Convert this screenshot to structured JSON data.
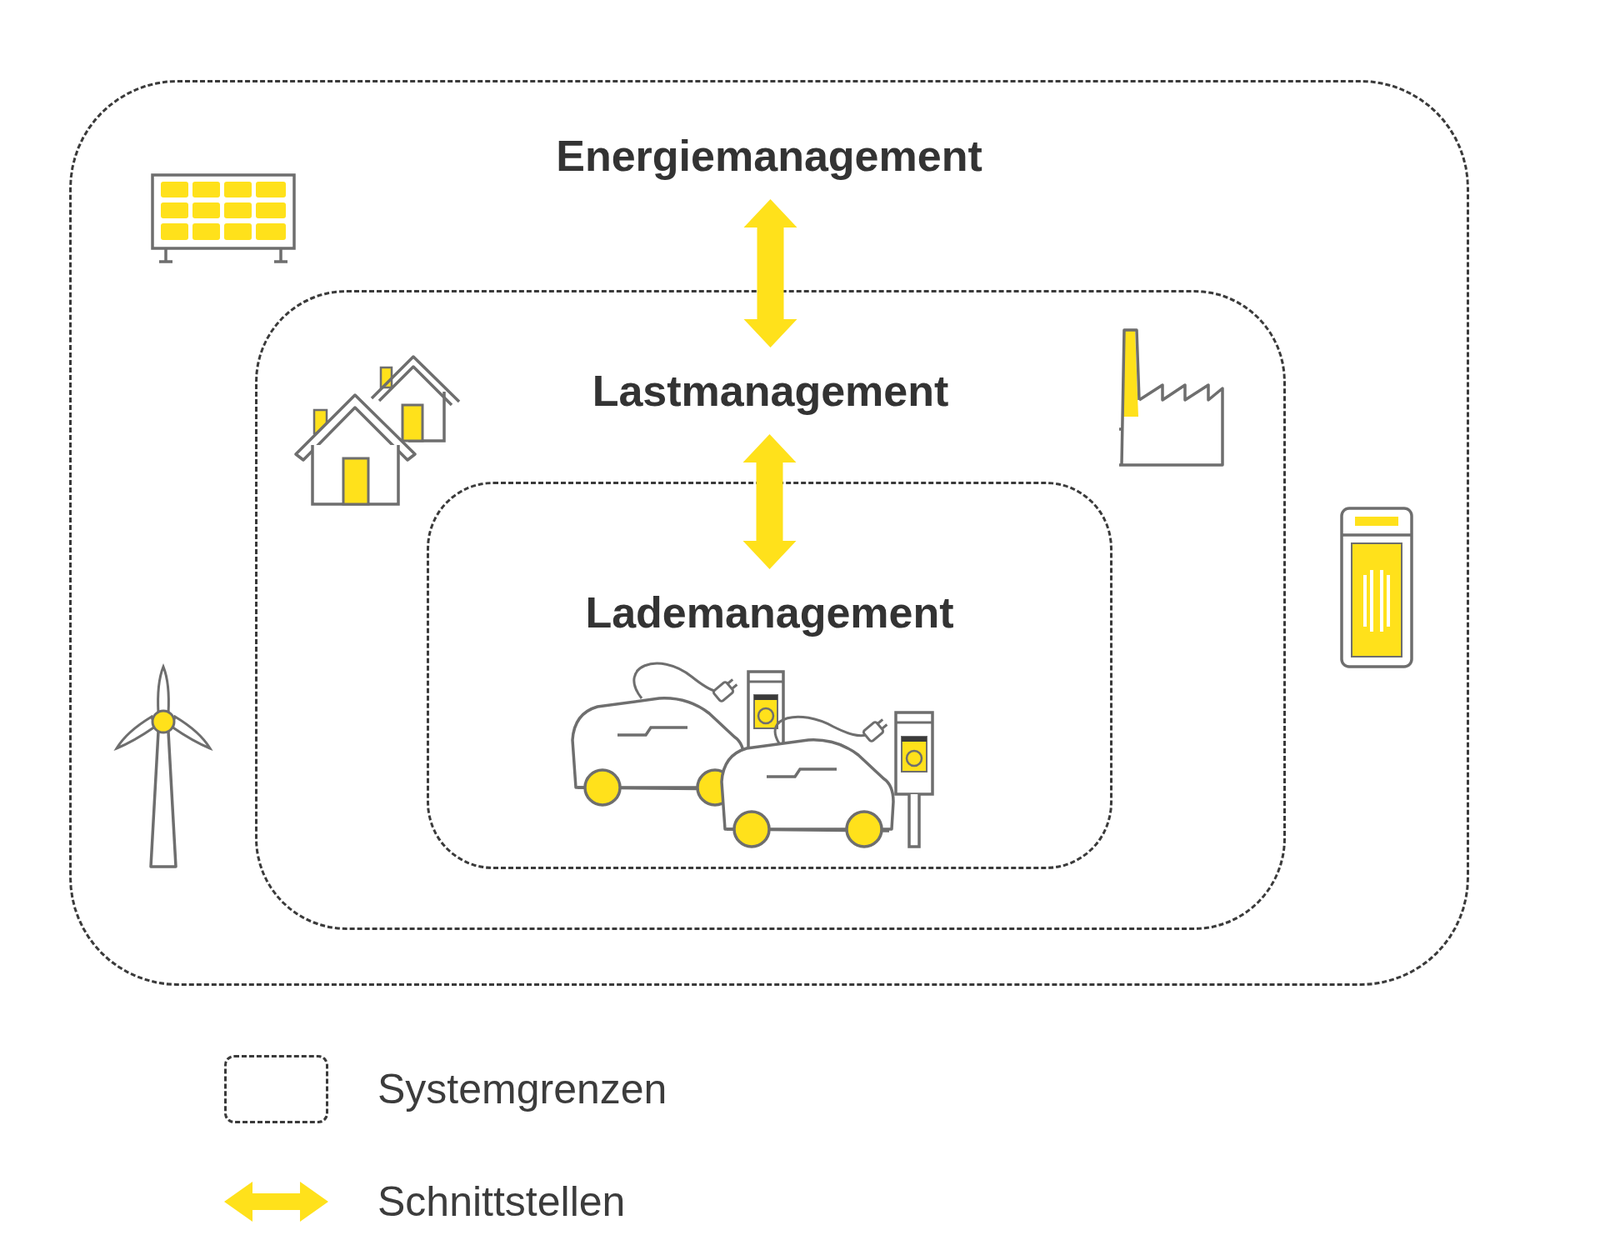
{
  "diagram": {
    "nodes": [
      {
        "text": [
          "Energiemanagement"
        ]
      },
      {
        "text": [
          "Lastmanagement"
        ],
        "in": 0
      },
      {
        "text": [
          "Lademanagement"
        ],
        "in": 1
      }
    ],
    "edges": [
      {
        "from": 0,
        "to": 1,
        "arrow": "both"
      },
      {
        "from": 1,
        "to": 2,
        "arrow": "both"
      }
    ],
    "legend": [
      {
        "text": "Systemgrenzen"
      },
      {
        "text": "Schnittstellen"
      }
    ]
  }
}
